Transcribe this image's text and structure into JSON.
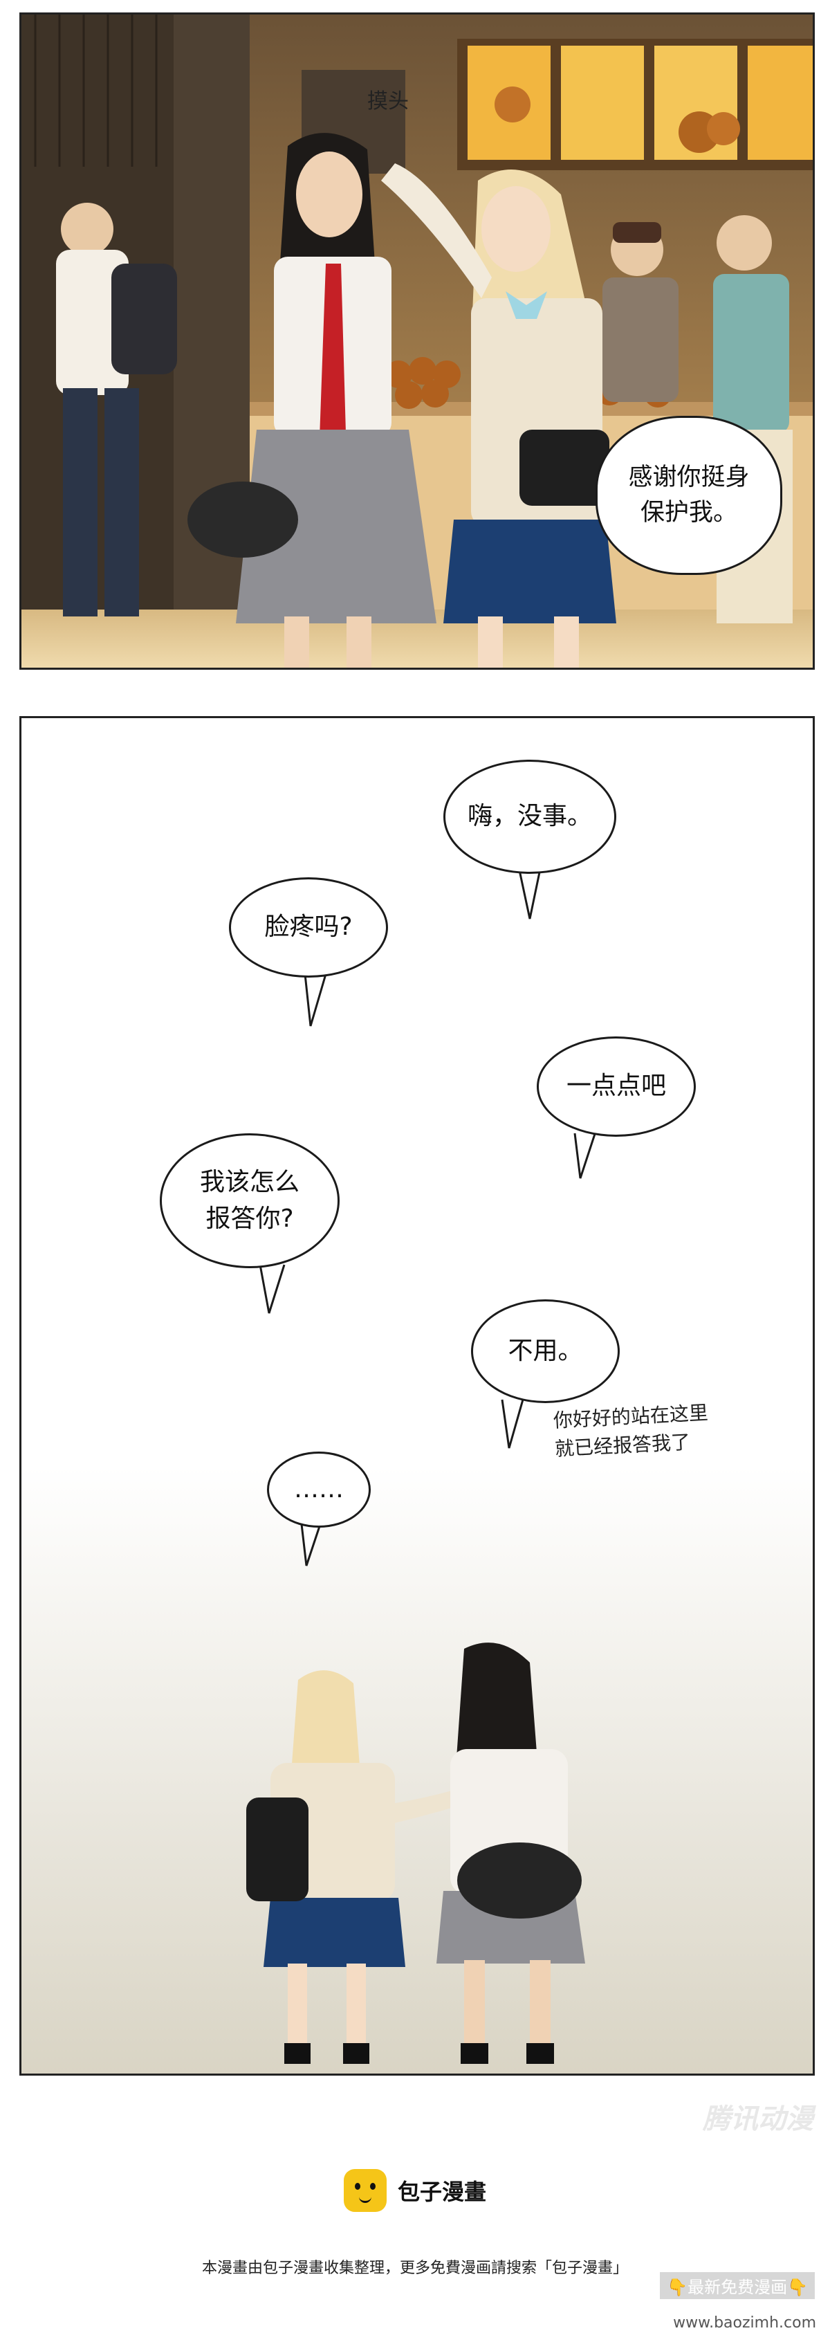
{
  "panel1": {
    "sfx": "摸头",
    "bubble": "感谢你挺身\n保护我。"
  },
  "panel2": {
    "bubbles": [
      "嗨，没事。",
      "脸疼吗?",
      "一点点吧",
      "我该怎么\n报答你?",
      "不用。",
      "……"
    ],
    "handwritten": "你好好的站在这里\n就已经报答我了"
  },
  "watermark": "腾讯动漫",
  "footer": {
    "logo_title": "包子漫畫",
    "note": "本漫畫由包子漫畫收集整理，更多免費漫画請搜索「包子漫畫」",
    "banner": "👇最新免费漫画👇",
    "url": "www.baozimh.com"
  },
  "colors": {
    "panel1_bg": "#3a3024",
    "logo_yellow": "#f5c518"
  }
}
